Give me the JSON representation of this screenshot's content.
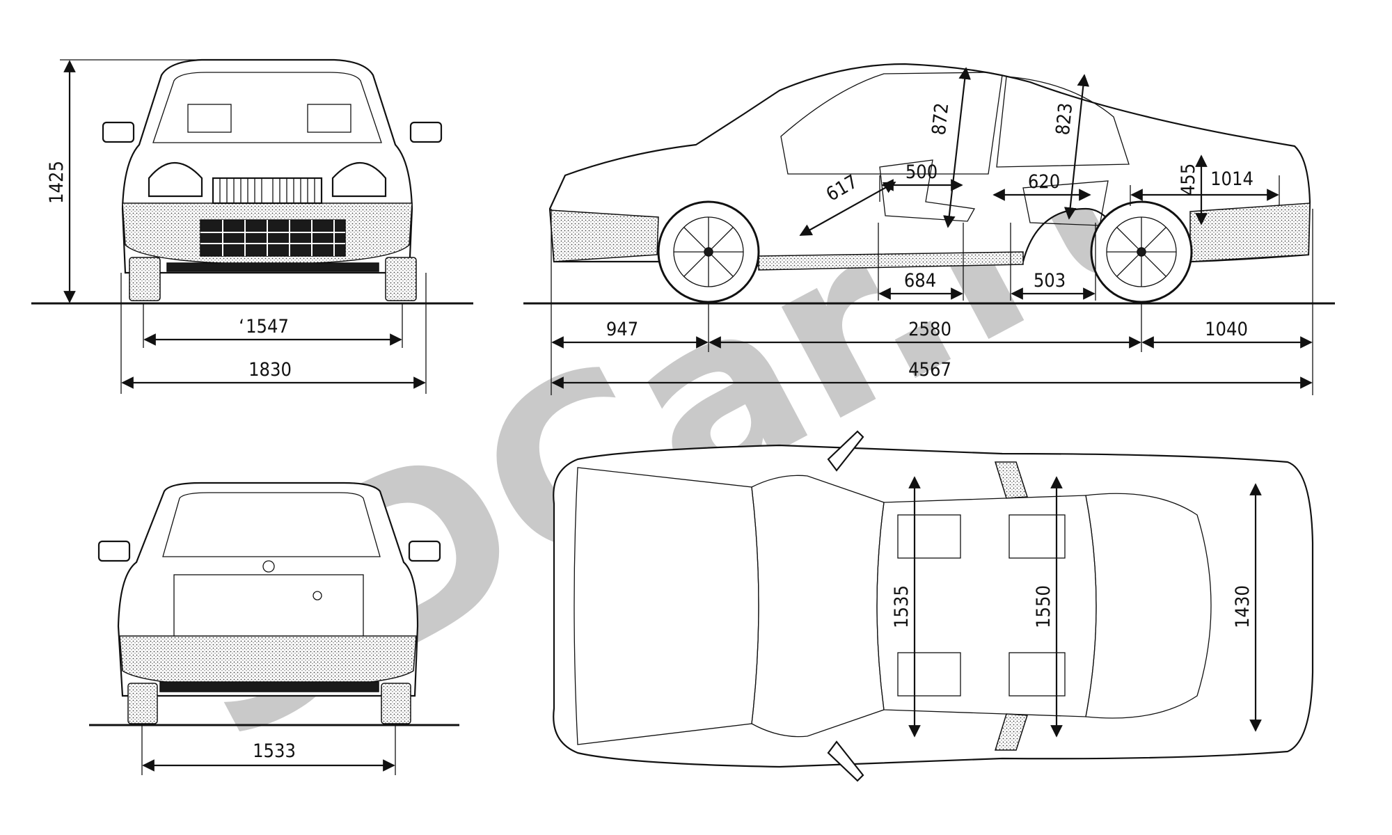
{
  "watermark": {
    "text": "3DCar.ru",
    "color": "#bdbdbd"
  },
  "line_color": "#111111",
  "background": "#ffffff",
  "front_view": {
    "height": "1425",
    "front_track": "1547",
    "front_track_prefix": "‘",
    "width": "1830"
  },
  "side_view": {
    "front_overhang": "947",
    "wheelbase": "2580",
    "rear_overhang": "1040",
    "length": "4567",
    "front_headroom": "872",
    "rear_headroom": "823",
    "front_legroom_diag": "617",
    "front_seat_depth": "500",
    "rear_seat_depth": "620",
    "trunk_height": "455",
    "trunk_length": "1014",
    "front_seat_floor": "684",
    "rear_seat_floor": "503"
  },
  "rear_view": {
    "rear_track": "1533"
  },
  "top_view": {
    "front_shoulder_width": "1535",
    "rear_shoulder_width": "1550",
    "trunk_width": "1430"
  }
}
